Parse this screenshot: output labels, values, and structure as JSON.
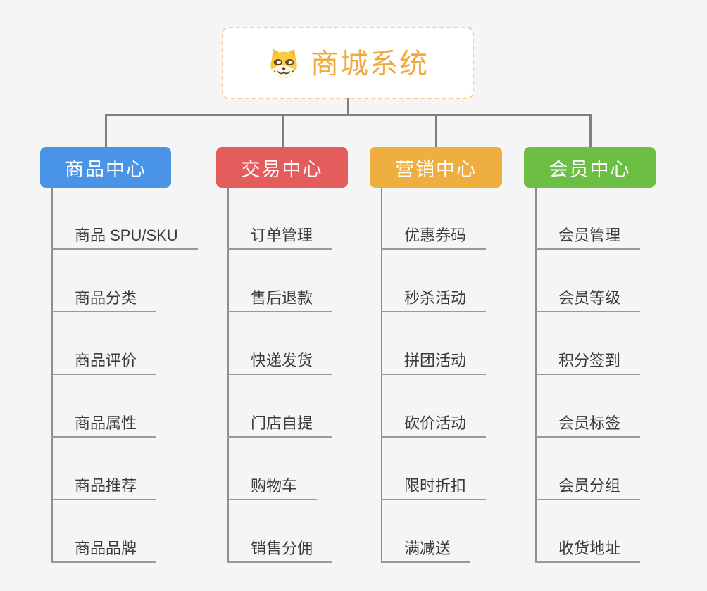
{
  "page": {
    "background": "#f5f5f6"
  },
  "root": {
    "title": "商城系统",
    "icon": "shiba-dog-icon",
    "accent_color": "#f2a93b",
    "border_color": "#f3ce92"
  },
  "connector": {
    "color": "#7f7f7f",
    "child_line_color": "#999999"
  },
  "branches": [
    {
      "label": "商品中心",
      "color": "#4a94e8",
      "children": [
        "商品 SPU/SKU",
        "商品分类",
        "商品评价",
        "商品属性",
        "商品推荐",
        "商品品牌"
      ]
    },
    {
      "label": "交易中心",
      "color": "#e45c5c",
      "children": [
        "订单管理",
        "售后退款",
        "快递发货",
        "门店自提",
        "购物车",
        "销售分佣"
      ]
    },
    {
      "label": "营销中心",
      "color": "#efae40",
      "children": [
        "优惠券码",
        "秒杀活动",
        "拼团活动",
        "砍价活动",
        "限时折扣",
        "满减送"
      ]
    },
    {
      "label": "会员中心",
      "color": "#6dbe45",
      "children": [
        "会员管理",
        "会员等级",
        "积分签到",
        "会员标签",
        "会员分组",
        "收货地址"
      ]
    }
  ],
  "leaf_style": {
    "text_color": "#3b3b3b",
    "line_color": "#999999"
  }
}
